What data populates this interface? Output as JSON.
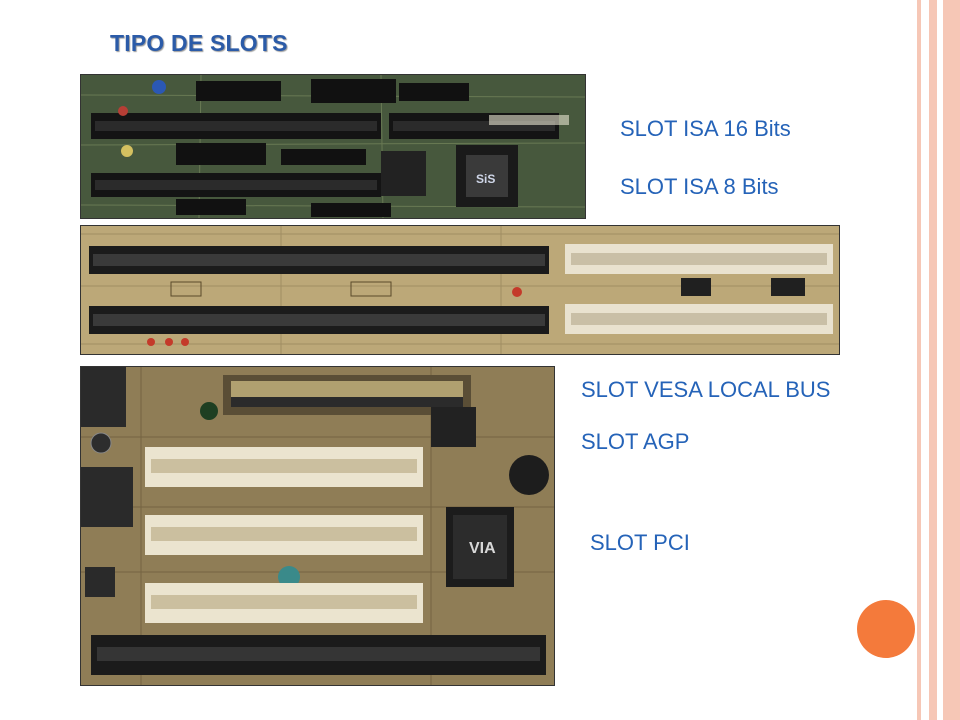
{
  "title": "TIPO  DE SLOTS",
  "labels": {
    "isa16": "SLOT  ISA 16 Bits",
    "isa8": "SLOT  ISA 8 Bits",
    "vesa": "SLOT  VESA LOCAL BUS",
    "agp": "SLOT  AGP",
    "pci": "SLOT  PCI"
  },
  "colors": {
    "label": "#2563b8",
    "accent_dot": "#f47a3b",
    "stripe": "#f6c7b6",
    "board_green": "#3a4a35",
    "board_tan": "#b7a37a"
  }
}
